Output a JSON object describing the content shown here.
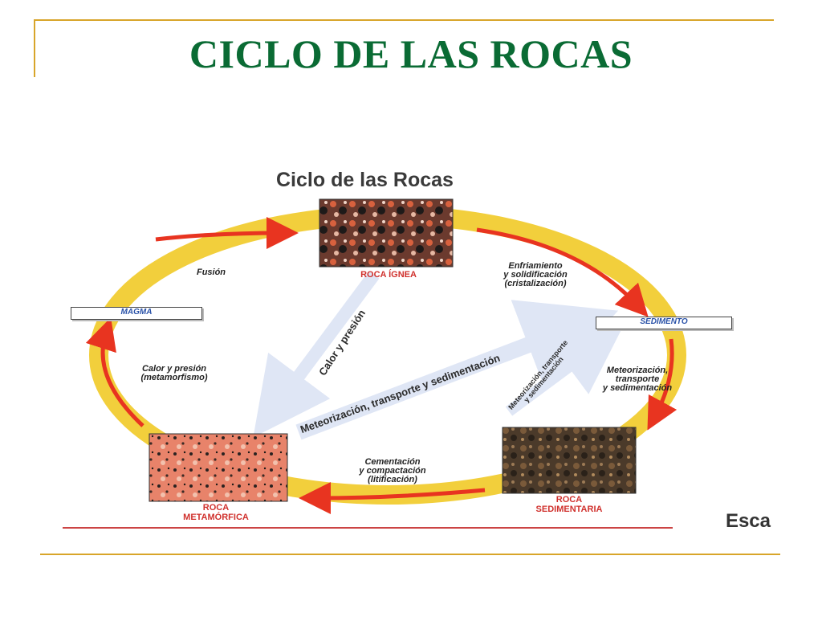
{
  "slide": {
    "title": "CICLO DE LAS ROCAS"
  },
  "figure": {
    "title": "Ciclo de las Rocas",
    "footer_fragment": "Esca",
    "colors": {
      "ring": "#f2cf3c",
      "arrow": "#e83420",
      "label_box_text": "#2a52a8",
      "rock_label": "#d0312d",
      "title_green": "#0a6b34"
    },
    "rocks": {
      "igneous": "ROCA ÍGNEA",
      "sedimentary_l1": "ROCA",
      "sedimentary_l2": "SEDIMENTARIA",
      "metamorphic_l1": "ROCA",
      "metamorphic_l2": "METAMÓRFICA"
    },
    "boxes": {
      "magma": "MAGMA",
      "sediment": "SEDIMENTO"
    },
    "processes": {
      "fusion": "Fusión",
      "cooling_l1": "Enfriamiento",
      "cooling_l2": "y solidificación",
      "cooling_l3": "(cristalización)",
      "weathering_l1": "Meteorización,",
      "weathering_l2": "transporte",
      "weathering_l3": "y sedimentación",
      "cementation_l1": "Cementación",
      "cementation_l2": "y compactación",
      "cementation_l3": "(litificación)",
      "metamorphism_l1": "Calor y presión",
      "metamorphism_l2": "(metamorfismo)",
      "diag_heat": "Calor y presión",
      "diag_weathering": "Meteorización, transporte y sedimentación",
      "diag_small_l1": "Meteorización, transporte",
      "diag_small_l2": "y sedimentación"
    }
  }
}
